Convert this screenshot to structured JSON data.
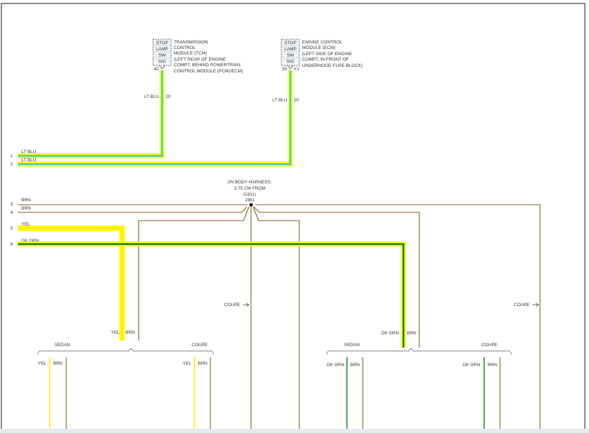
{
  "modules": {
    "tcm": {
      "box_lines": [
        "STOP",
        "LAMP",
        "SW",
        "SIG"
      ],
      "pin": "42",
      "desc": [
        "TRANSMISSION",
        "CONTROL",
        "MODULE (TCM)",
        "(LEFT REAR OF ENGINE",
        "COMPT, BEHIND POWERTRAIN",
        "CONTROL MODULE (PCM)/ECM)"
      ]
    },
    "ecm": {
      "box_lines": [
        "STOP",
        "LAMP",
        "SW",
        "SIG"
      ],
      "pin": "55",
      "connector": "X1",
      "desc": [
        "ENGINE CONTROL",
        "MODULE (ECM)",
        "(LEFT SIDE OF ENGINE",
        "COMPT, IN FRONT OF",
        "UNDERHOOD FUSE BLOCK)"
      ]
    }
  },
  "wire_labels": {
    "tcm_color": "LT BLU",
    "tcm_gauge": "20",
    "ecm_color": "LT BLU",
    "ecm_gauge": "20"
  },
  "rows": [
    {
      "num": "1",
      "label": "LT BLU"
    },
    {
      "num": "2",
      "label": "LT BLU"
    },
    {
      "num": "3",
      "label": "BRN"
    },
    {
      "num": "4",
      "label": "BRN"
    },
    {
      "num": "5",
      "label": "YEL"
    },
    {
      "num": "6",
      "label": "DK GRN"
    }
  ],
  "splice": {
    "lines": [
      "(IN BODY HARNESS,",
      "3.75 CM FROM",
      "G301)"
    ],
    "id": "J361"
  },
  "labels": {
    "coupe_left": "COUPE",
    "coupe_right": "COUPE",
    "yel": "YEL",
    "brn": "BRN",
    "dk_grn": "DK GRN",
    "sedan": "SEDAN",
    "coupe": "COUPE"
  },
  "colors": {
    "lt_blu": "#36c6e4",
    "highlight": "#ffff00",
    "brn": "#7a5c22",
    "dk_grn": "#0b7a1a",
    "yel": "#ffee00"
  }
}
